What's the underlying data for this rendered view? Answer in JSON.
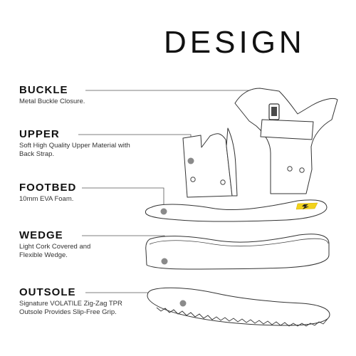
{
  "title": "DESIGN",
  "parts": [
    {
      "heading": "BUCKLE",
      "description": "Metal Buckle Closure."
    },
    {
      "heading": "UPPER",
      "description": "Soft High Quality Upper Material with Back Strap."
    },
    {
      "heading": "FOOTBED",
      "description": "10mm EVA Foam."
    },
    {
      "heading": "WEDGE",
      "description": "Light Cork Covered and Flexible Wedge."
    },
    {
      "heading": "OUTSOLE",
      "description": "Signature VOLATILE Zig-Zag TPR Outsole Provides Slip-Free Grip."
    }
  ],
  "colors": {
    "text": "#111111",
    "line": "#555555",
    "marker": "#8a8a8a",
    "accent": "#f2d21b"
  }
}
